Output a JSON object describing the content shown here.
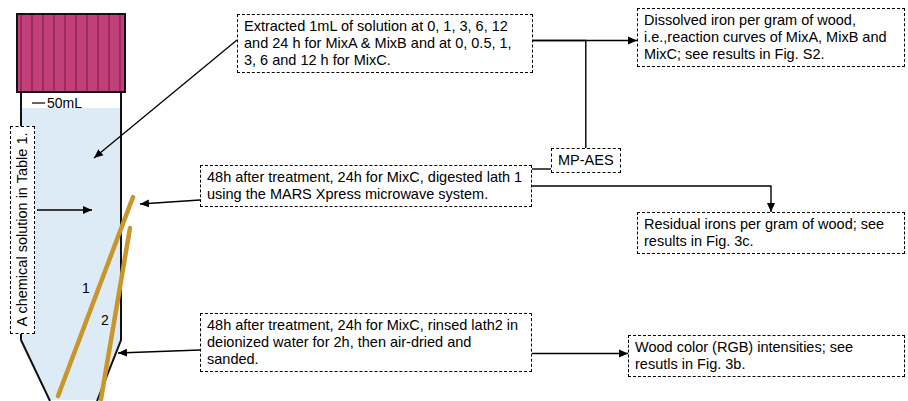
{
  "diagram": {
    "nodes": [
      {
        "text": [
          "A chemical solution in Table 1."
        ]
      },
      {
        "text": [
          "Extracted 1mL of solution at 0, 1, 3, 6, 12 and 24 h for MixA & MixB and at 0, 0.5, 1, 3, 6 and 12 h for MixC."
        ]
      },
      {
        "text": [
          "Dissolved iron per gram of wood, i.e.,reaction curves of MixA, MixB and MixC; see results in Fig. S2."
        ]
      },
      {
        "text": [
          "48h after treatment, 24h for MixC, digested lath 1 using the MARS Xpress microwave system."
        ]
      },
      {
        "text": [
          "MP-AES"
        ]
      },
      {
        "text": [
          "Residual irons per gram of wood; see results in Fig. 3c."
        ]
      },
      {
        "text": [
          "48h after treatment, 24h for MixC, rinsed lath2 in deionized water for 2h, then air-dried and sanded."
        ]
      },
      {
        "text": [
          "Wood color (RGB) intensities; see resutls in Fig. 3b."
        ]
      }
    ],
    "edges": [
      {
        "from": 1,
        "to": 2,
        "arrow": "to"
      },
      {
        "from": 3,
        "to": 5,
        "arrow": "to"
      },
      {
        "from": 6,
        "to": 7,
        "arrow": "to"
      },
      {
        "from": 1,
        "to": 4,
        "arrow": "none"
      },
      {
        "from": 3,
        "to": 4,
        "arrow": "none"
      }
    ],
    "labels": [
      "50mL",
      "1",
      "2"
    ]
  }
}
